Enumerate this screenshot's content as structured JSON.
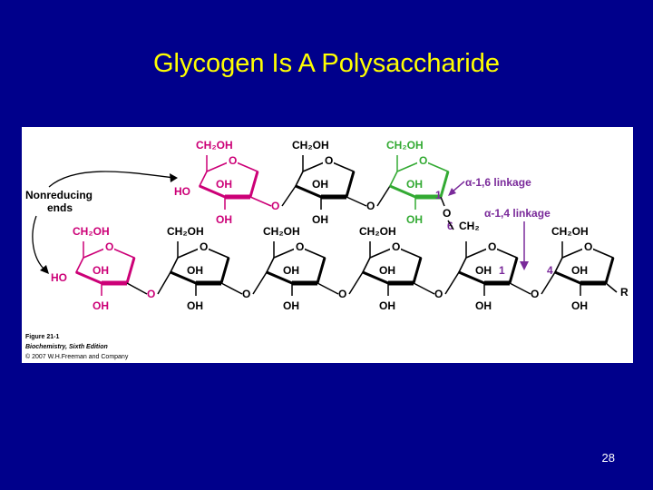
{
  "slide": {
    "title": "Glycogen Is A Polysaccharide",
    "page_number": "28"
  },
  "colors": {
    "background": "#00008b",
    "title": "#ffff00",
    "magenta": "#cc0077",
    "green": "#33aa33",
    "purple": "#7a2a9a",
    "black": "#000000"
  },
  "figure": {
    "nonreducing_ends": [
      "Nonreducing",
      "ends"
    ],
    "alpha16": "α-1,6 linkage",
    "alpha14": "α-1,4 linkage",
    "reducing_end": "R",
    "caption": [
      "Figure 21-1",
      "Biochemistry, Sixth Edition",
      "© 2007 W.H.Freeman and Company"
    ],
    "labels": {
      "ch2oh": "CH₂OH",
      "oh": "OH",
      "ho": "HO",
      "o": "O",
      "ch2": "CH₂",
      "n1": "1",
      "n4": "4",
      "n6": "6"
    }
  }
}
